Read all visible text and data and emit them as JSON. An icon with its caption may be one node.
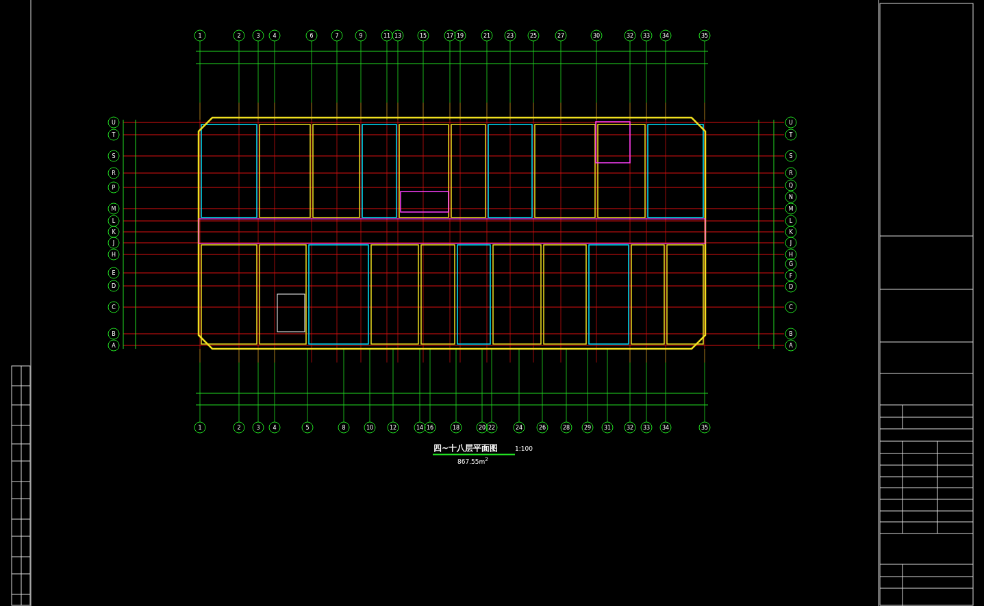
{
  "diagram": {
    "labels": [
      "1",
      "2",
      "3",
      "4",
      "6",
      "7",
      "9",
      "11",
      "13",
      "15",
      "17",
      "19",
      "21",
      "23",
      "25",
      "27",
      "30",
      "32",
      "33",
      "34",
      "35",
      "1",
      "2",
      "3",
      "4",
      "5",
      "8",
      "10",
      "12",
      "14",
      "16",
      "18",
      "20",
      "22",
      "24",
      "26",
      "28",
      "29",
      "31",
      "32",
      "33",
      "34",
      "35",
      "U",
      "T",
      "S",
      "R",
      "P",
      "M",
      "L",
      "K",
      "J",
      "H",
      "E",
      "D",
      "C",
      "B",
      "A",
      "U",
      "T",
      "S",
      "R",
      "Q",
      "N",
      "M",
      "L",
      "K",
      "J",
      "H",
      "G",
      "F",
      "D",
      "C",
      "B",
      "A",
      "四~十八层平面图",
      "1:100",
      "867.55m$^{2}$"
    ]
  }
}
